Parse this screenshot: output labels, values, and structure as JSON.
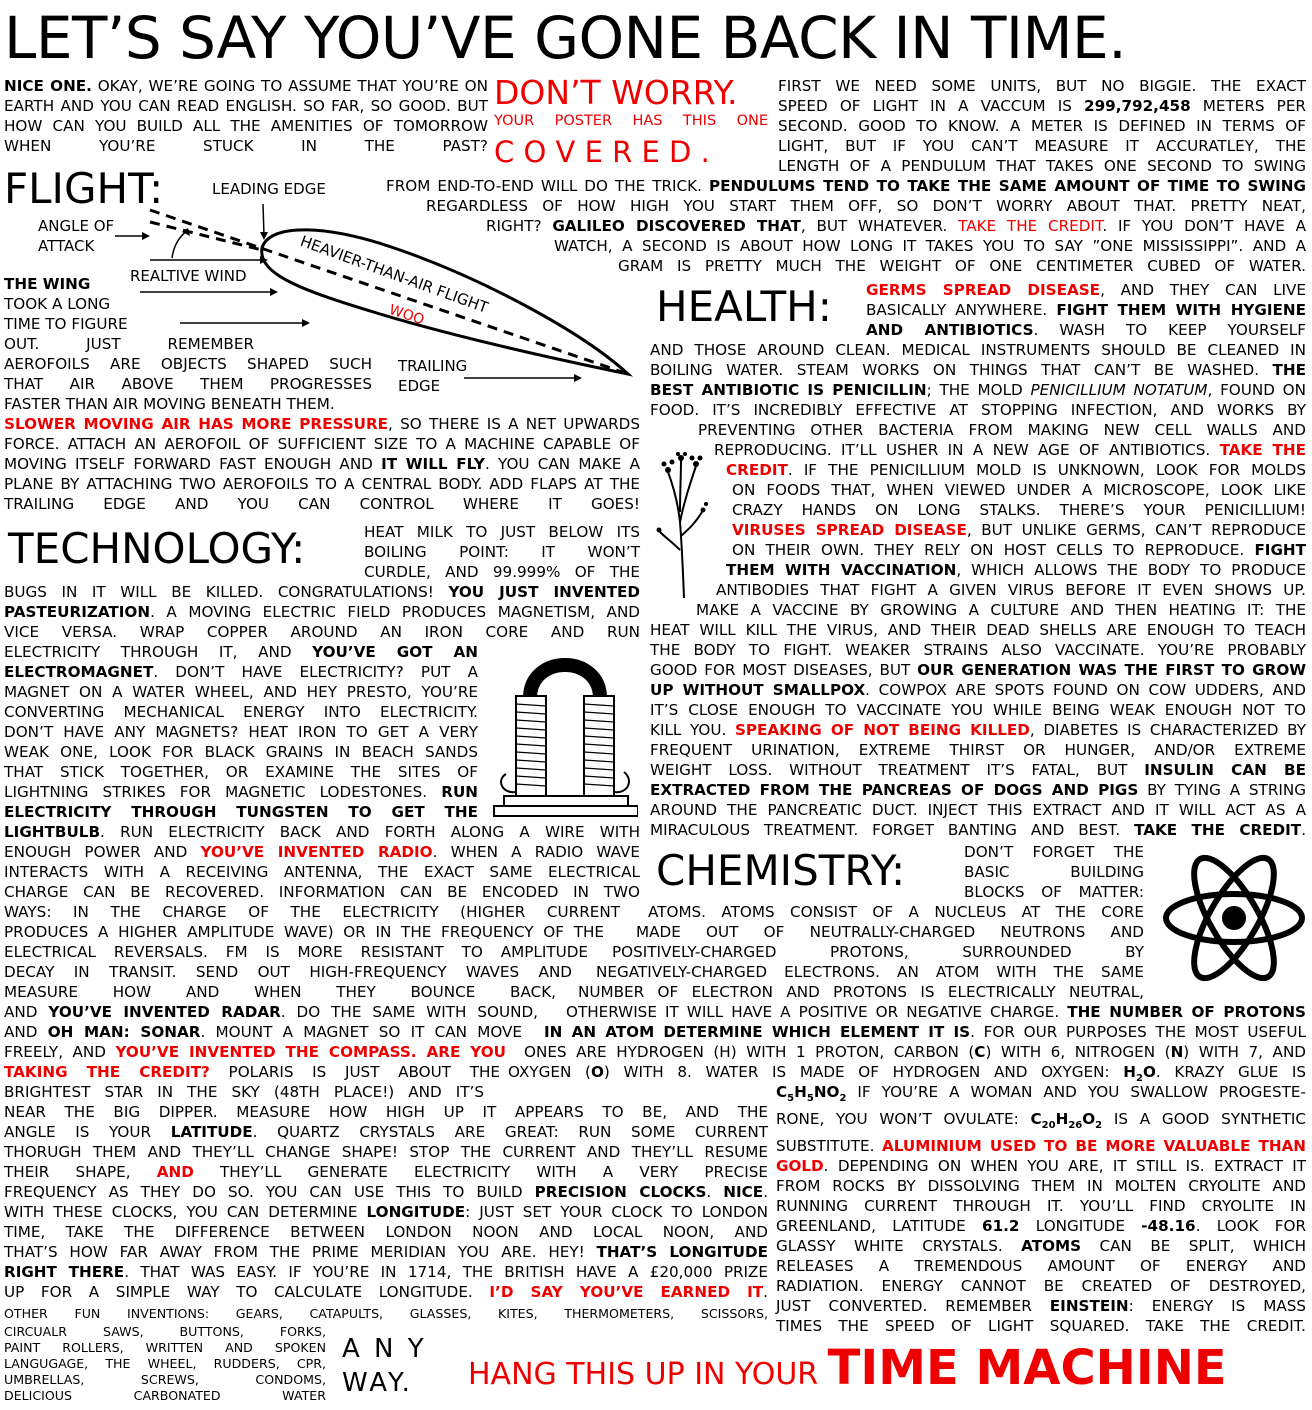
{
  "title": "LET’S SAY YOU’VE GONE BACK IN TIME.",
  "intro": {
    "lead": "NICE ONE.",
    "text": " OKAY, WE’RE GOING TO ASSUME THAT YOU’RE ON EARTH AND YOU CAN READ ENGLISH. SO FAR, SO GOOD. BUT HOW CAN YOU BUILD ALL THE AMENITIES OF TOMORROW WHEN YOU’RE STUCK IN THE PAST?"
  },
  "dont_worry": {
    "headline": "DON’T WORRY.",
    "sub": "YOUR POSTER HAS THIS ONE",
    "covered": "C O V E R E D ."
  },
  "units": {
    "l1": "FIRST WE NEED SOME UNITS, BUT NO BIGGIE. THE EXACT",
    "l2a": "SPEED OF LIGHT IN A VACCUM IS ",
    "l2b": "299,792,458",
    "l2c": " METERS PER",
    "l3": "SECOND. GOOD TO KNOW. A METER IS DEFINED IN TERMS OF",
    "l4": "LIGHT, BUT IF YOU CAN’T MEASURE IT ACCURATLEY, THE",
    "l5": "LENGTH OF A PENDULUM THAT TAKES ONE SECOND TO SWING",
    "l6a": "FROM END-TO-END WILL DO THE TRICK. ",
    "l6b": "PENDULUMS TEND TO TAKE THE SAME AMOUNT OF TIME TO SWING",
    "l7": "REGARDLESS OF HOW HIGH YOU START THEM OFF, SO DON’T WORRY ABOUT THAT. PRETTY NEAT,",
    "l8a": "RIGHT? ",
    "l8b": "GALILEO DISCOVERED THAT",
    "l8c": ", BUT WHATEVER. ",
    "l8d": "TAKE THE CREDIT",
    "l8e": ". IF YOU DON’T HAVE A",
    "l9": "WATCH, A SECOND IS ABOUT HOW LONG IT TAKES YOU TO SAY ”ONE MISSISSIPPI”. AND A",
    "l10": "GRAM IS PRETTY MUCH THE WEIGHT OF ONE CENTIMETER CUBED OF WATER."
  },
  "flight": {
    "heading": "FLIGHT:",
    "label_leading_edge": "LEADING EDGE",
    "label_angle": "ANGLE OF",
    "label_attack": "ATTACK",
    "label_relative_wind": "REALTIVE WIND",
    "label_heavier": "HEAVIER-THAN-AIR FLIGHT",
    "label_woo": "WOO",
    "label_trailing": "TRAILING",
    "label_edge": "EDGE",
    "wing_lead": "THE WING",
    "wing_l2": "TOOK A LONG",
    "wing_l3": "TIME TO FIGURE",
    "wing_l4": "OUT. JUST REMEMBER",
    "wing_l5": "AEROFOILS ARE OBJECTS SHAPED SUCH",
    "wing_l6": "THAT AIR ABOVE THEM PROGRESSES",
    "wing_l7": "FASTER THAN AIR MOVING BENEATH THEM.",
    "p_red": "SLOWER MOVING AIR HAS MORE PRESSURE",
    "p1": ", SO THERE IS A NET UPWARDS FORCE. ATTACH AN AEROFOIL OF SUFFICIENT SIZE TO A MACHINE CAPABLE OF MOVING ITSELF FORWARD FAST ENOUGH AND ",
    "p_bold": "IT WILL FLY",
    "p2": ". YOU CAN MAKE A PLANE BY ATTACHING TWO AEROFOILS TO A CENTRAL BODY. ADD FLAPS AT THE TRAILING EDGE AND YOU CAN CONTROL WHERE IT GOES!"
  },
  "health": {
    "heading": "HEALTH:",
    "h1a": "GERMS SPREAD DISEASE",
    "h1b": ", AND THEY CAN LIVE",
    "h2": "BASICALLY ANYWHERE. ",
    "h2b": "FIGHT THEM WITH HYGIENE",
    "h3a": "AND ANTIBIOTICS",
    "h3b": ". WASH TO KEEP YOURSELF",
    "h4": "AND THOSE AROUND CLEAN. MEDICAL INSTRUMENTS SHOULD BE CLEANED IN",
    "h5a": "BOILING WATER. STEAM WORKS ON THINGS THAT CAN’T BE WASHED. ",
    "h5b": "THE",
    "h6a": "BEST ANTIBIOTIC IS PENICILLIN",
    "h6b": "; THE MOLD ",
    "h6c": "PENICILLIUM NOTATUM",
    "h6d": ", FOUND ON",
    "h7": "FOOD. IT’S INCREDIBLY EFFECTIVE AT STOPPING INFECTION, AND WORKS BY",
    "h8": "PREVENTING OTHER BACTERIA FROM MAKING NEW CELL WALLS AND",
    "h9a": "REPRODUCING. IT’LL USHER IN A NEW AGE OF ANTIBIOTICS. ",
    "h9b": "TAKE THE",
    "h10a": "CREDIT",
    "h10b": ". IF THE PENICILLIUM MOLD IS UNKNOWN, LOOK FOR MOLDS",
    "h11": "ON FOODS THAT, WHEN VIEWED UNDER A MICROSCOPE, LOOK LIKE",
    "h12": "CRAZY HANDS ON LONG STALKS. THERE’S YOUR PENICILLIUM!",
    "h13a": "VIRUSES SPREAD DISEASE",
    "h13b": ", BUT UNLIKE GERMS, CAN’T REPRODUCE",
    "h14a": "ON THEIR OWN. THEY RELY ON HOST CELLS TO REPRODUCE. ",
    "h14b": "FIGHT",
    "h15a": "THEM WITH VACCINATION",
    "h15b": ", WHICH ALLOWS THE BODY TO PRODUCE",
    "h16": "ANTIBODIES THAT FIGHT A GIVEN VIRUS BEFORE IT EVEN SHOWS UP.",
    "h17": "MAKE A VACCINE BY GROWING A CULTURE AND THEN HEATING IT: THE",
    "h18": "HEAT WILL KILL THE VIRUS, AND THEIR DEAD SHELLS ARE ENOUGH TO TEACH",
    "h19": "THE BODY TO FIGHT. WEAKER STRAINS ALSO VACCINATE. YOU’RE PROBABLY",
    "h20a": "GOOD FOR MOST DISEASES, BUT ",
    "h20b": "OUR GENERATION WAS THE FIRST TO GROW",
    "h21a": "UP WITHOUT SMALLPOX",
    "h21b": ". COWPOX ARE SPOTS FOUND ON COW UDDERS, AND",
    "h22": "IT’S CLOSE ENOUGH TO VACCINATE YOU WHILE BEING WEAK ENOUGH NOT TO",
    "h23a": "KILL YOU. ",
    "h23b": "SPEAKING OF NOT BEING KILLED",
    "h23c": ", DIABETES IS CHARACTERIZED BY",
    "h24": "FREQUENT URINATION, EXTREME THIRST OR HUNGER, AND/OR EXTREME",
    "h25a": "WEIGHT LOSS. WITHOUT TREATMENT IT’S FATAL, BUT ",
    "h25b": "INSULIN CAN BE",
    "h26a": "EXTRACTED FROM THE PANCREAS OF DOGS AND PIGS",
    "h26b": " BY TYING A STRING",
    "h27": "AROUND THE PANCREATIC DUCT. INJECT THIS EXTRACT AND IT WILL ACT AS A",
    "h28a": "MIRACULOUS TREATMENT. FORGET BANTING AND BEST. ",
    "h28b": "TAKE THE CREDIT",
    "h28c": "."
  },
  "technology": {
    "heading": "TECHNOLOGY:",
    "m1": "HEAT MILK TO JUST BELOW ITS",
    "m2": "BOILING POINT: IT WON’T",
    "m3": "CURDLE, AND 99.999% OF THE",
    "t1a": "BUGS IN IT WILL BE KILLED. CONGRATULATIONS! ",
    "t1b": "YOU JUST INVENTED",
    "t2a": "PASTEURIZATION",
    "t2b": ". A MOVING ELECTRIC FIELD PRODUCES MAGNETISM, AND",
    "t3": "VICE VERSA. WRAP COPPER AROUND AN IRON CORE AND RUN",
    "t4a": "ELECTRICITY THROUGH IT, AND ",
    "t4b": "YOU’VE GOT AN",
    "t5a": "ELECTROMAGNET",
    "t5b": ". DON’T HAVE ELECTRICITY? PUT A",
    "t6": "MAGNET ON A WATER WHEEL, AND HEY PRESTO, YOU’RE",
    "t7": "CONVERTING MECHANICAL ENERGY INTO ELECTRICITY.",
    "t8": "DON’T HAVE ANY MAGNETS? HEAT IRON TO GET A VERY",
    "t9": "WEAK ONE, LOOK FOR BLACK GRAINS IN BEACH SANDS",
    "t10": "THAT STICK TOGETHER, OR EXAMINE THE SITES OF",
    "t11a": "LIGHTNING STRIKES FOR MAGNETIC LODESTONES. ",
    "t11b": "RUN",
    "t12": "ELECTRICITY THROUGH TUNGSTEN TO GET THE",
    "t13a": "LIGHTBULB",
    "t13b": ". RUN ELECTRICITY BACK AND FORTH ALONG A WIRE WITH",
    "t14a": "ENOUGH POWER AND ",
    "t14b": "YOU’VE INVENTED RADIO",
    "t14c": ". WHEN A RADIO WAVE",
    "t15": "INTERACTS WITH A RECEIVING ANTENNA, THE EXACT SAME ELECTRICAL",
    "t16": "CHARGE CAN BE RECOVERED. INFORMATION CAN BE ENCODED IN TWO",
    "t17": "WAYS: IN THE CHARGE OF THE ELECTRICITY (HIGHER CURRENT",
    "t18": "PRODUCES A HIGHER AMPLITUDE WAVE) OR IN THE FREQUENCY OF THE",
    "t19": "ELECTRICAL REVERSALS. FM IS MORE RESISTANT TO AMPLITUDE",
    "t20": "DECAY IN TRANSIT. SEND OUT HIGH-FREQUENCY WAVES AND",
    "t21": "MEASURE HOW AND WHEN THEY BOUNCE BACK,",
    "t22a": "AND ",
    "t22b": "YOU’VE INVENTED RADAR",
    "t22c": ". DO THE SAME WITH SOUND,",
    "t23a": "AND ",
    "t23b": "OH MAN: SONAR",
    "t23c": ". MOUNT A MAGNET SO IT CAN MOVE",
    "t24a": "FREELY, AND ",
    "t24b": "YOU’VE INVENTED THE COMPASS. ARE YOU",
    "t25a": "TAKING THE CREDIT?",
    "t25b": " POLARIS IS JUST ABOUT THE",
    "t26": "BRIGHTEST STAR IN THE SKY (48TH PLACE!) AND IT’S",
    "t27": "NEAR THE BIG DIPPER. MEASURE HOW HIGH UP IT APPEARS TO BE, AND THE",
    "t28a": "ANGLE IS YOUR ",
    "t28b": "LATITUDE",
    "t28c": ". QUARTZ CRYSTALS ARE GREAT: RUN SOME CURRENT",
    "t29": "THORUGH THEM AND THEY’LL CHANGE SHAPE! STOP THE CURRENT AND THEY’LL RESUME",
    "t30a": "THEIR SHAPE, ",
    "t30b": "AND",
    "t30c": " THEY’LL GENERATE ELECTRICITY WITH A VERY PRECISE",
    "t31a": "FREQUENCY AS THEY DO SO. YOU CAN USE THIS TO BUILD ",
    "t31b": "PRECISION CLOCKS",
    "t31c": ". ",
    "t31d": "NICE",
    "t31e": ".",
    "t32a": "WITH THESE CLOCKS, YOU CAN DETERMINE ",
    "t32b": "LONGITUDE",
    "t32c": ": JUST SET YOUR CLOCK TO LONDON",
    "t33": "TIME, TAKE THE DIFFERENCE BETWEEN LONDON NOON AND LOCAL NOON, AND",
    "t34a": "THAT’S HOW FAR AWAY FROM THE PRIME MERIDIAN YOU ARE. HEY! ",
    "t34b": "THAT’S LONGITUDE",
    "t35a": "RIGHT THERE",
    "t35b": ". THAT WAS EASY. IF YOU’RE IN 1714, THE BRITISH HAVE A £20,000 PRIZE",
    "t36a": "UP FOR A SIMPLE WAY TO CALCULATE LONGITUDE. ",
    "t36b": "I’D SAY YOU’VE EARNED IT",
    "t36c": "."
  },
  "chemistry": {
    "heading": "CHEMISTRY:",
    "c1": "DON’T FORGET THE",
    "c2": "BASIC BUILDING",
    "c3": "BLOCKS OF MATTER:",
    "c4": "ATOMS. ATOMS CONSIST OF A NUCLEUS AT THE CORE",
    "c5": "MADE OUT OF NEUTRALLY-CHARGED NEUTRONS AND",
    "c6": "POSITIVELY-CHARGED PROTONS, SURROUNDED BY",
    "c7": "NEGATIVELY-CHARGED ELECTRONS. AN ATOM WITH THE SAME",
    "c8": "NUMBER OF ELECTRON AND PROTONS IS ELECTRICALLY NEUTRAL,",
    "c9a": "OTHERWISE IT WILL HAVE A POSITIVE OR NEGATIVE CHARGE. ",
    "c9b": "THE NUMBER OF PROTONS",
    "c10a": "IN AN ATOM DETERMINE WHICH ELEMENT IT IS",
    "c10b": ". FOR OUR PURPOSES THE MOST USEFUL",
    "c11a": "ONES ARE HYDROGEN (H) WITH 1 PROTON, CARBON (",
    "c11b": "C",
    "c11c": ") WITH 6, NITROGEN (",
    "c11d": "N",
    "c11e": ") WITH 7, AND",
    "c12a": "OXYGEN (",
    "c12b": "O",
    "c12c": ") WITH 8. WATER IS MADE OF HYDROGEN AND OXYGEN: ",
    "c12d": "H",
    "c12d2": "2",
    "c12d3": "O",
    "c12e": ". KRAZY GLUE IS",
    "c13a": "C",
    "c13b": "5",
    "c13c": "H",
    "c13d": "5",
    "c13e": "NO",
    "c13f": "2",
    "c13g": " IF YOU’RE A WOMAN AND YOU SWALLOW PROGESTE-",
    "c14a": "RONE, YOU WON’T OVULATE: ",
    "c14b": "C",
    "c14c": "20",
    "c14d": "H",
    "c14e": "26",
    "c14f": "O",
    "c14g": "2",
    "c14h": " IS A GOOD SYNTHETIC",
    "c15a": "SUBSTITUTE. ",
    "c15b": "ALUMINIUM USED TO BE MORE VALUABLE THAN",
    "c16a": "GOLD",
    "c16b": ". DEPENDING ON WHEN YOU ARE, IT STILL IS. EXTRACT IT",
    "c17": "FROM ROCKS BY DISSOLVING THEM IN MOLTEN CRYOLITE AND",
    "c18": "RUNNING CURRENT THROUGH IT. YOU’LL FIND CRYOLITE IN",
    "c19a": "GREENLAND, LATITUDE ",
    "c19b": "61.2",
    "c19c": " LONGITUDE ",
    "c19d": "-48.16",
    "c19e": ". LOOK FOR",
    "c20a": "GLASSY WHITE CRYSTALS. ",
    "c20b": "ATOMS",
    "c20c": " CAN BE SPLIT, WHICH",
    "c21": "RELEASES A TREMENDOUS AMOUNT OF ENERGY AND",
    "c22": "RADIATION. ENERGY CANNOT BE CREATED OF DESTROYED,",
    "c23a": "JUST CONVERTED. REMEMBER ",
    "c23b": "EINSTEIN",
    "c23c": ": ENERGY IS MASS",
    "c24": "TIMES THE SPEED OF LIGHT SQUARED. TAKE THE CREDIT."
  },
  "other": {
    "o1": "OTHER FUN INVENTIONS: GEARS, CATAPULTS, GLASSES, KITES, THERMOMETERS, SCISSORS,",
    "o2": "CIRCUALR SAWS, BUTTONS, FORKS,",
    "o3": "PAINT ROLLERS, WRITTEN AND SPOKEN",
    "o4": "LANGUGAGE, THE WHEEL, RUDDERS, CPR,",
    "o5": "UMBRELLAS, SCREWS, CONDOMS,",
    "o6": "DELICIOUS CARBONATED WATER"
  },
  "anyway": {
    "l1": "A N Y",
    "l2": "WAY."
  },
  "footer": {
    "small": "HANG THIS UP IN YOUR ",
    "big": "TIME MACHINE"
  },
  "colors": {
    "accent": "#e00000",
    "ink": "#000000"
  }
}
